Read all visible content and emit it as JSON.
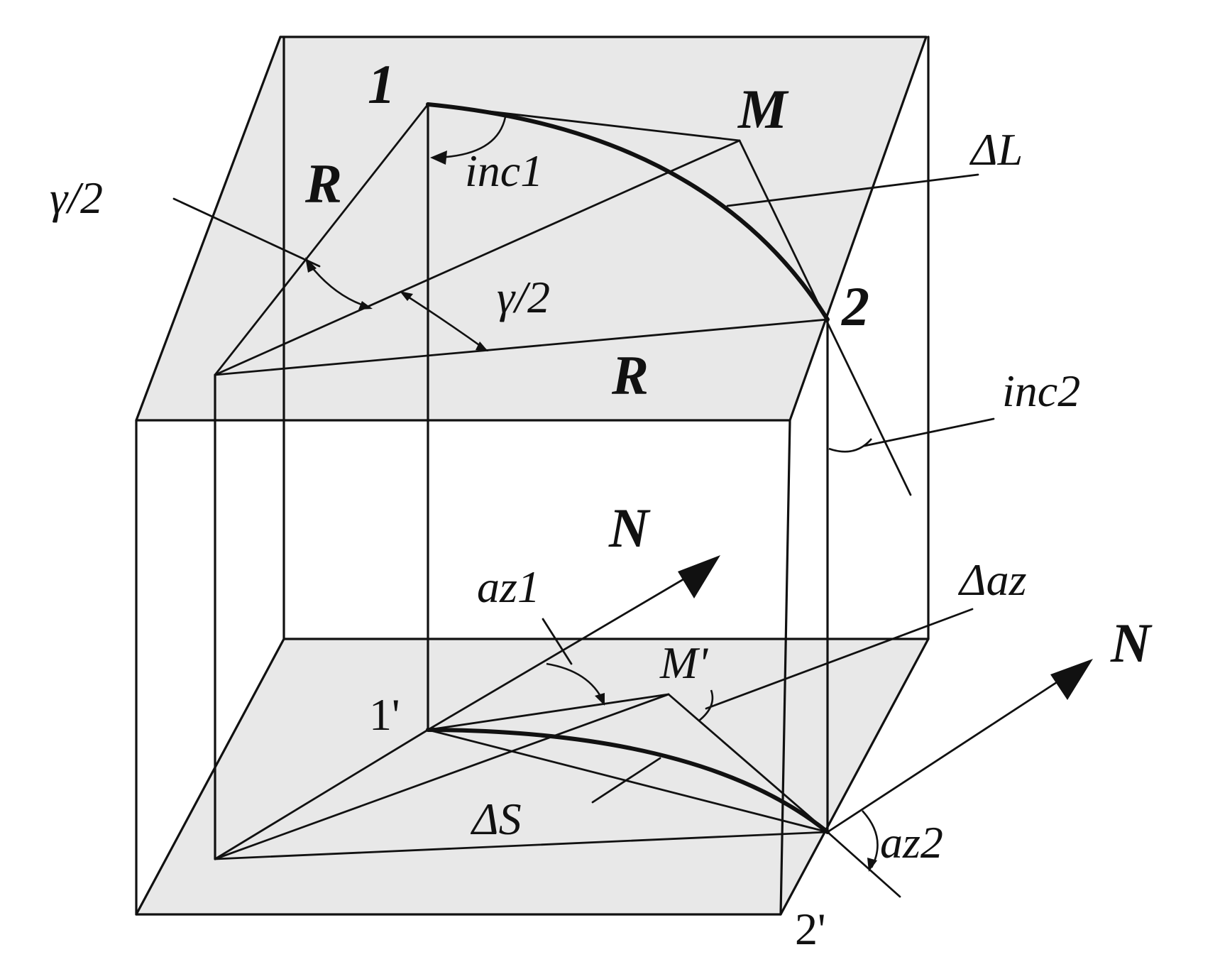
{
  "labels": {
    "point_1": "1",
    "point_M": "M",
    "point_2": "2",
    "point_1_prime": "1'",
    "point_M_prime": "M'",
    "point_2_prime": "2'",
    "radius_upper": "R",
    "radius_lower": "R",
    "half_angle_left": "γ/2",
    "half_angle_center": "γ/2",
    "delta_L": "ΔL",
    "inc1": "inc1",
    "inc2": "inc2",
    "north_1": "N",
    "north_2": "N",
    "az1": "az1",
    "az2": "az2",
    "delta_az": "Δaz",
    "delta_S": "ΔS"
  },
  "colors": {
    "plane_fill": "#e8e8e8",
    "line": "#111111",
    "background": "#ffffff"
  }
}
